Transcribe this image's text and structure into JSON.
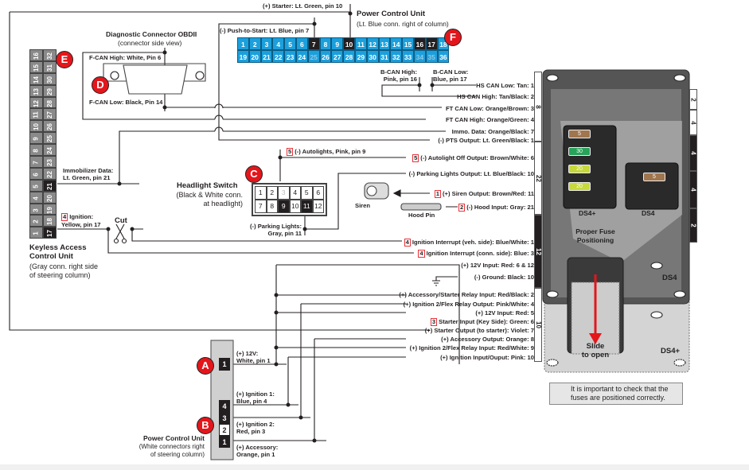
{
  "colors": {
    "accent_red": "#e4161b",
    "pcu_blue": "#1ca0dc",
    "connector_black": "#231f20",
    "kac_gray": "#8a8a8a"
  },
  "badges": {
    "a": "A",
    "b": "B",
    "c": "C",
    "d": "D",
    "e": "E",
    "f": "F"
  },
  "power_control_unit_top": {
    "title": "Power Control Unit",
    "subtitle": "(Lt. Blue conn. right of column)",
    "starter": "(+) Starter: Lt. Green, pin 10",
    "push_to_start": "(-) Push-to-Start: Lt. Blue, pin 7",
    "bcan_high": [
      "B-CAN High:",
      "Pink, pin 16"
    ],
    "bcan_low": [
      "B-CAN Low:",
      "Blue, pin 17"
    ],
    "pins": [
      {
        "n": "1"
      },
      {
        "n": "2"
      },
      {
        "n": "3"
      },
      {
        "n": "4"
      },
      {
        "n": "5"
      },
      {
        "n": "6"
      },
      {
        "n": "7",
        "style": "blk"
      },
      {
        "n": "8"
      },
      {
        "n": "9"
      },
      {
        "n": "10",
        "style": "blk"
      },
      {
        "n": "11"
      },
      {
        "n": "12"
      },
      {
        "n": "13"
      },
      {
        "n": "14"
      },
      {
        "n": "15"
      },
      {
        "n": "16",
        "style": "blk"
      },
      {
        "n": "17",
        "style": "blk"
      },
      {
        "n": "18"
      },
      {
        "n": "19"
      },
      {
        "n": "20"
      },
      {
        "n": "21"
      },
      {
        "n": "22"
      },
      {
        "n": "23"
      },
      {
        "n": "24"
      },
      {
        "n": "25",
        "style": "fade"
      },
      {
        "n": "26"
      },
      {
        "n": "27"
      },
      {
        "n": "28"
      },
      {
        "n": "29"
      },
      {
        "n": "30"
      },
      {
        "n": "31"
      },
      {
        "n": "32"
      },
      {
        "n": "33"
      },
      {
        "n": "34",
        "style": "fade"
      },
      {
        "n": "35",
        "style": "fade"
      },
      {
        "n": "36"
      }
    ]
  },
  "obd": {
    "title": "Diagnostic Connector OBDII",
    "subtitle": "(connector side view)",
    "can_high": "F-CAN High: White, Pin 6",
    "can_low": "F-CAN Low: Black, Pin 14"
  },
  "kac": {
    "title": [
      "Keyless Access",
      "Control Unit"
    ],
    "subtitle": [
      "(Gray conn. right side",
      "of steering column)"
    ],
    "immobilizer": [
      "Immobilizer Data:",
      "Lt. Green, pin 21"
    ],
    "ignition_num": "4",
    "ignition": [
      "Ignition:",
      "Yellow, pin 17"
    ],
    "cut": "Cut",
    "rows": [
      [
        "16",
        "32"
      ],
      [
        "15",
        "31"
      ],
      [
        "14",
        "30"
      ],
      [
        "13",
        "29"
      ],
      [
        "12",
        "28"
      ],
      [
        "11",
        "27"
      ],
      [
        "10",
        "26"
      ],
      [
        "9",
        "25"
      ],
      [
        "8",
        "24"
      ],
      [
        "7",
        "23"
      ],
      [
        "6",
        "22"
      ],
      [
        "5",
        "21"
      ],
      [
        "4",
        "20"
      ],
      [
        "3",
        "19"
      ],
      [
        "2",
        "18"
      ],
      [
        "1",
        "17"
      ]
    ],
    "black_pins": [
      "21",
      "17"
    ]
  },
  "headlight": {
    "title": "Headlight Switch",
    "subtitle": [
      "(Black & White conn.",
      "at headlight)"
    ],
    "autolights_num": "5",
    "autolights": "(-) Autolights, Pink, pin 9",
    "parking": [
      "(-) Parking Lights:",
      "Gray, pin 11"
    ],
    "pins": [
      {
        "n": "1"
      },
      {
        "n": "2"
      },
      {
        "n": "3",
        "style": "fade"
      },
      {
        "n": "4"
      },
      {
        "n": "5"
      },
      {
        "n": "6"
      },
      {
        "n": "7"
      },
      {
        "n": "8"
      },
      {
        "n": "9",
        "style": "blk"
      },
      {
        "n": "10"
      },
      {
        "n": "11",
        "style": "blk"
      },
      {
        "n": "12"
      }
    ]
  },
  "siren": "Siren",
  "hood_pin": "Hood Pin",
  "module_wires": [
    {
      "num": "",
      "text": "HS CAN Low: Tan: 1"
    },
    {
      "num": "",
      "text": "HS CAN High: Tan/Black: 2"
    },
    {
      "num": "",
      "text": "FT CAN Low: Orange/Brown: 3"
    },
    {
      "num": "",
      "text": "FT CAN High: Orange/Green: 4"
    },
    {
      "num": "",
      "text": "Immo. Data: Orange/Black: 7"
    },
    {
      "num": "",
      "text": "(-) PTS Output: Lt. Green/Black: 1"
    },
    {
      "num": "5",
      "text": "(-) Autolight Off Output: Brown/White: 6"
    },
    {
      "num": "",
      "text": "(-) Parking Lights Output: Lt. Blue/Black: 10"
    },
    {
      "num": "1",
      "text": "(+) Siren Output: Brown/Red: 11"
    },
    {
      "num": "2",
      "text": "(-) Hood Input: Gray: 21"
    },
    {
      "num": "4",
      "text": "Ignition Interrupt (veh. side): Blue/White: 1"
    },
    {
      "num": "4",
      "text": "Ignition Interrupt (conn. side): Blue: 3"
    },
    {
      "num": "",
      "text": "(+) 12V Input: Red: 6 & 12"
    },
    {
      "num": "",
      "text": "(-) Ground: Black: 10"
    },
    {
      "num": "",
      "text": "(+) Accessory/Starter Relay Input: Red/Black: 2"
    },
    {
      "num": "",
      "text": "(+) Ignition 2/Flex Relay Output: Pink/White: 4"
    },
    {
      "num": "",
      "text": "(+) 12V Input: Red: 5"
    },
    {
      "num": "3",
      "text": "Starter Input (Key Side): Green: 6"
    },
    {
      "num": "",
      "text": "(+) Starter Output (to starter): Violet: 7"
    },
    {
      "num": "",
      "text": "(+) Accessory Output: Orange: 8"
    },
    {
      "num": "",
      "text": "(+) Ignition 2/Flex Relay Input: Red/White: 9"
    },
    {
      "num": "",
      "text": "(+) Ignition Input/Ouput: Pink: 10"
    }
  ],
  "module_connectors_left": [
    "8",
    "22",
    "12",
    "10"
  ],
  "module_connectors_right": [
    "2",
    "4",
    "4",
    "4",
    "2"
  ],
  "module": {
    "fuses_ds4plus": [
      "5",
      "30",
      "20",
      "20"
    ],
    "fuses_ds4": [
      "5"
    ],
    "ds4plus_label": "DS4+",
    "ds4_label": "DS4",
    "proper_fuse": [
      "Proper Fuse",
      "Positioning"
    ],
    "slide": [
      "Slide",
      "to open"
    ],
    "ds4_corner": "DS4",
    "ds4plus_corner": "DS4+"
  },
  "warning": "It is important to check that the fuses are positioned correctly.",
  "pcu_bottom": {
    "title": "Power Control Unit",
    "subtitle": [
      "(White connectors right",
      "of steering column)"
    ],
    "conn_a_pins": [
      "1"
    ],
    "conn_b_pins": [
      "4",
      "3",
      "2",
      "1"
    ],
    "v12": [
      "(+) 12V:",
      "White, pin 1"
    ],
    "ign1": [
      "(+) Ignition 1:",
      "Blue, pin 4"
    ],
    "ign2": [
      "(+) Ignition 2:",
      "Red, pin 3"
    ],
    "acc": [
      "(+) Accessory:",
      "Orange, pin 1"
    ]
  }
}
